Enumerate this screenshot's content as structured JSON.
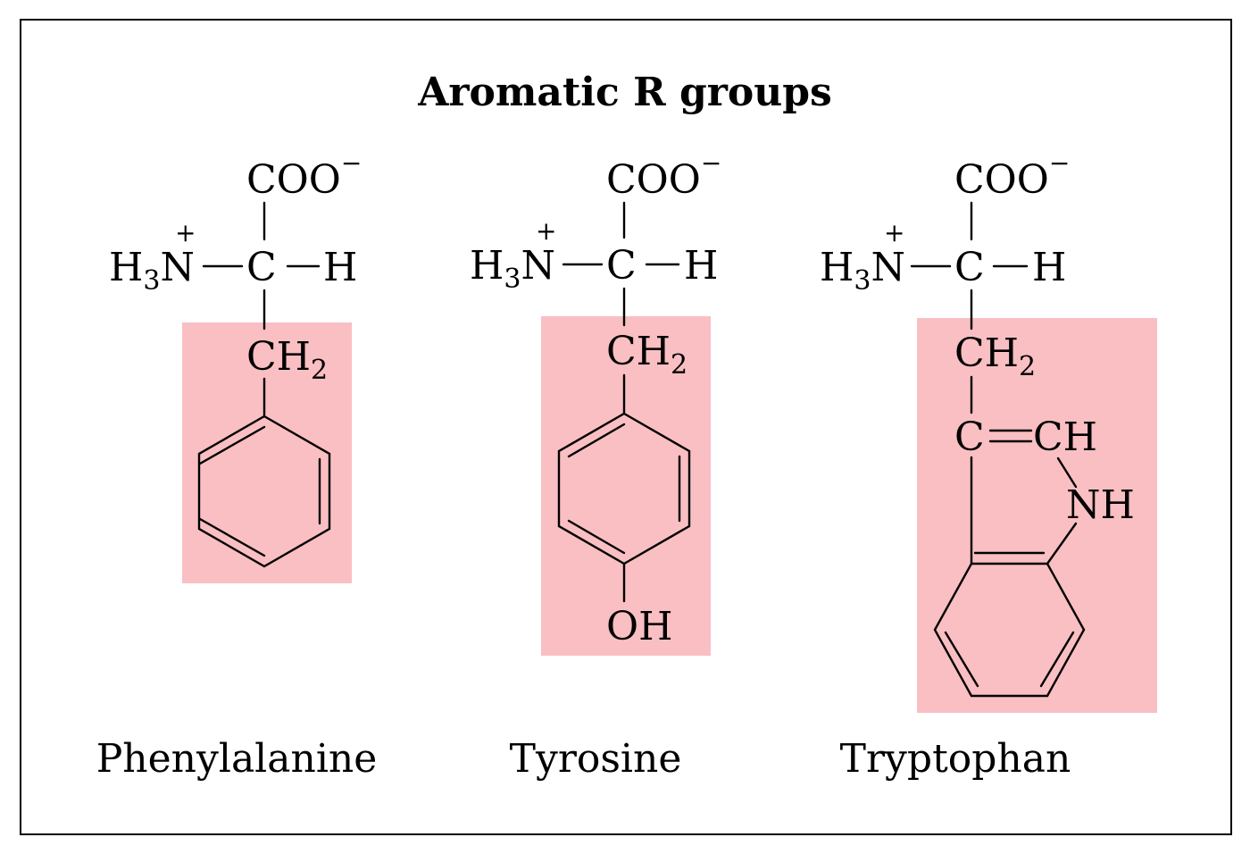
{
  "title": "Aromatic R groups",
  "colors": {
    "highlight": "#f9bfc3",
    "border": "#000000",
    "background": "#ffffff"
  },
  "shared_labels": {
    "coo": "COO",
    "coo_charge": "−",
    "h": "H",
    "n": "N",
    "n_charge": "+",
    "sub3": "3",
    "c": "C",
    "ch": "CH",
    "sub2": "2"
  },
  "molecules": [
    {
      "name": "Phenylalanine"
    },
    {
      "name": "Tyrosine",
      "oh": "OH"
    },
    {
      "name": "Tryptophan",
      "ring_c": "C",
      "ring_ch": "CH",
      "nh": "NH"
    }
  ]
}
